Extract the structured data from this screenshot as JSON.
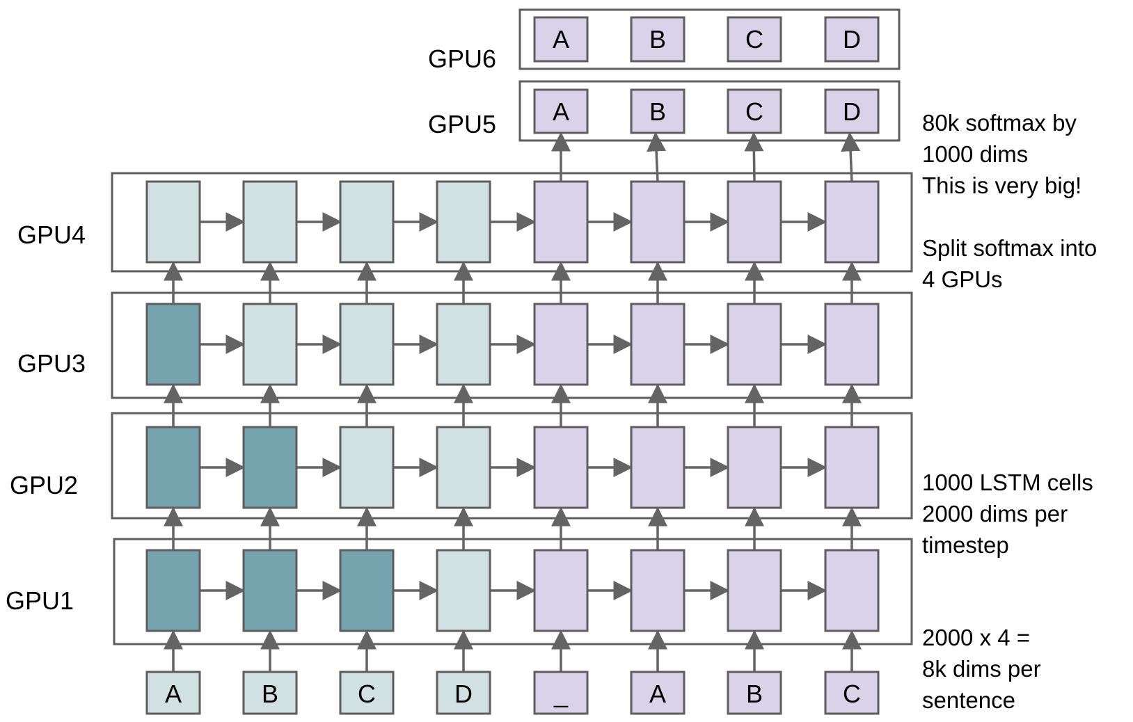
{
  "colors": {
    "encoder_active": "#75a3ae",
    "encoder_idle": "#d0e0e3",
    "decoder": "#d9d2e9",
    "stroke": "#5e5e5e",
    "arrow": "#646464"
  },
  "gpu_labels": {
    "gpu1": "GPU1",
    "gpu2": "GPU2",
    "gpu3": "GPU3",
    "gpu4": "GPU4",
    "gpu5": "GPU5",
    "gpu6": "GPU6"
  },
  "inputs": [
    "A",
    "B",
    "C",
    "D",
    "_",
    "A",
    "B",
    "C"
  ],
  "input_types": [
    "encoder",
    "encoder",
    "encoder",
    "encoder",
    "decoder",
    "decoder",
    "decoder",
    "decoder"
  ],
  "outputs": [
    "A",
    "B",
    "C",
    "D"
  ],
  "layers": [
    {
      "gpu": "GPU1",
      "cells": [
        "encoder_active",
        "encoder_active",
        "encoder_active",
        "encoder_idle",
        "decoder",
        "decoder",
        "decoder",
        "decoder"
      ]
    },
    {
      "gpu": "GPU2",
      "cells": [
        "encoder_active",
        "encoder_active",
        "encoder_idle",
        "encoder_idle",
        "decoder",
        "decoder",
        "decoder",
        "decoder"
      ]
    },
    {
      "gpu": "GPU3",
      "cells": [
        "encoder_active",
        "encoder_idle",
        "encoder_idle",
        "encoder_idle",
        "decoder",
        "decoder",
        "decoder",
        "decoder"
      ]
    },
    {
      "gpu": "GPU4",
      "cells": [
        "encoder_idle",
        "encoder_idle",
        "encoder_idle",
        "encoder_idle",
        "decoder",
        "decoder",
        "decoder",
        "decoder"
      ]
    }
  ],
  "notes": {
    "softmax_1": "80k softmax by",
    "softmax_2": "1000 dims",
    "softmax_3": "This is very big!",
    "split_1": "Split softmax into",
    "split_2": "4 GPUs",
    "lstm_1": "1000 LSTM cells",
    "lstm_2": "2000 dims per",
    "lstm_3": "timestep",
    "dims_1": "2000 x 4 =",
    "dims_2": "8k dims per",
    "dims_3": "sentence"
  }
}
